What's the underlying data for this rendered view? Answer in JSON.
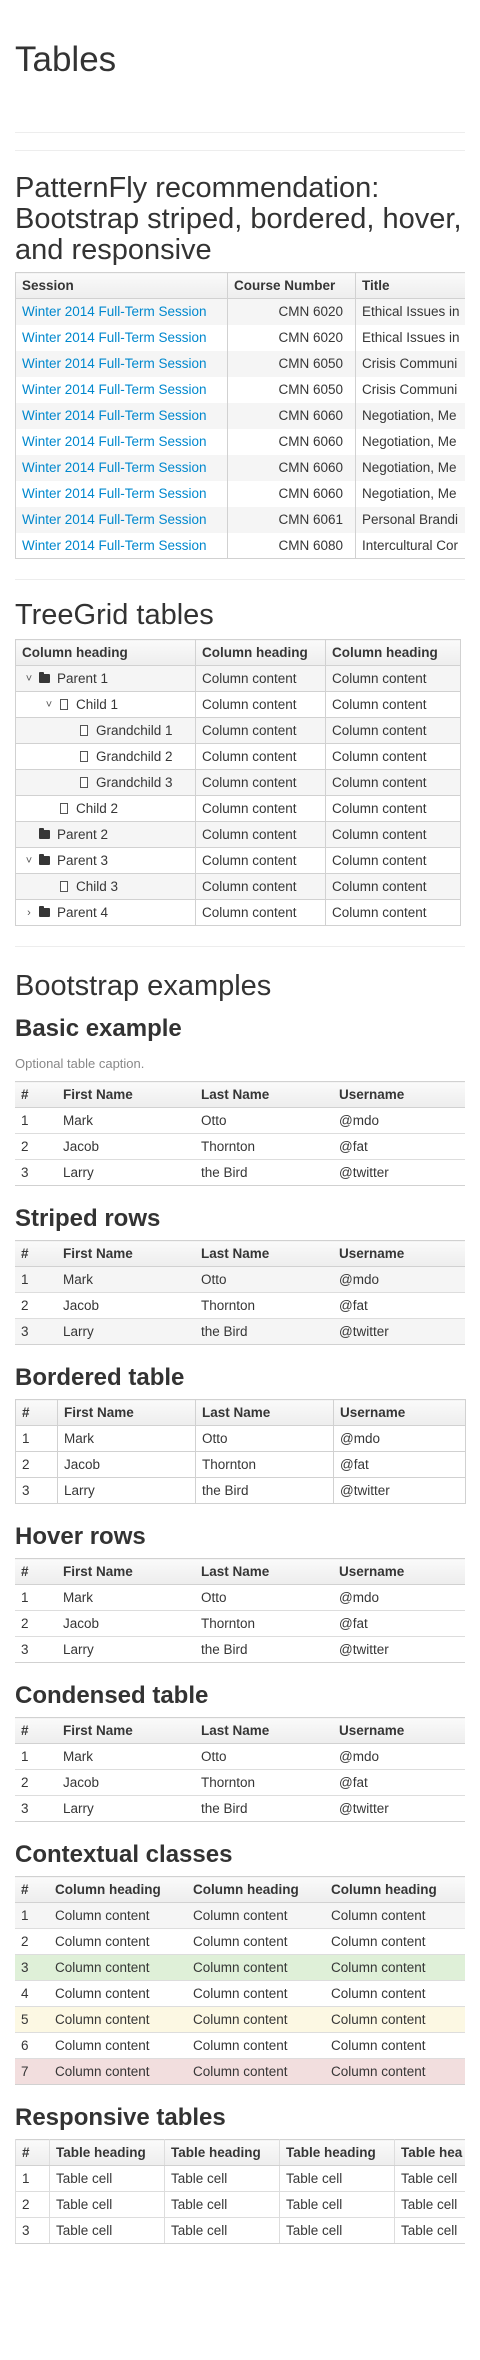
{
  "page_title": "Tables",
  "patternfly": {
    "heading": "PatternFly recommendation: Bootstrap striped, bordered, hover, and responsive",
    "columns": [
      "Session",
      "Course Number",
      "Title"
    ],
    "rows": [
      [
        "Winter 2014 Full-Term Session",
        "CMN 6020",
        "Ethical Issues in"
      ],
      [
        "Winter 2014 Full-Term Session",
        "CMN 6020",
        "Ethical Issues in"
      ],
      [
        "Winter 2014 Full-Term Session",
        "CMN 6050",
        "Crisis Communi"
      ],
      [
        "Winter 2014 Full-Term Session",
        "CMN 6050",
        "Crisis Communi"
      ],
      [
        "Winter 2014 Full-Term Session",
        "CMN 6060",
        "Negotiation, Me"
      ],
      [
        "Winter 2014 Full-Term Session",
        "CMN 6060",
        "Negotiation, Me"
      ],
      [
        "Winter 2014 Full-Term Session",
        "CMN 6060",
        "Negotiation, Me"
      ],
      [
        "Winter 2014 Full-Term Session",
        "CMN 6060",
        "Negotiation, Me"
      ],
      [
        "Winter 2014 Full-Term Session",
        "CMN 6061",
        "Personal Brandi"
      ],
      [
        "Winter 2014 Full-Term Session",
        "CMN 6080",
        "Intercultural Cor"
      ]
    ]
  },
  "treegrid": {
    "heading": "TreeGrid tables",
    "columns": [
      "Column heading",
      "Column heading",
      "Column heading"
    ],
    "rows": [
      {
        "label": "Parent 1",
        "level": 0,
        "kind": "folder",
        "toggle": "open",
        "c2": "Column content",
        "c3": "Column content"
      },
      {
        "label": "Child 1",
        "level": 1,
        "kind": "file",
        "toggle": "open",
        "c2": "Column content",
        "c3": "Column content"
      },
      {
        "label": "Grandchild 1",
        "level": 2,
        "kind": "file",
        "toggle": "none",
        "c2": "Column content",
        "c3": "Column content"
      },
      {
        "label": "Grandchild 2",
        "level": 2,
        "kind": "file",
        "toggle": "none",
        "c2": "Column content",
        "c3": "Column content"
      },
      {
        "label": "Grandchild 3",
        "level": 2,
        "kind": "file",
        "toggle": "none",
        "c2": "Column content",
        "c3": "Column content"
      },
      {
        "label": "Child 2",
        "level": 1,
        "kind": "file",
        "toggle": "none",
        "c2": "Column content",
        "c3": "Column content"
      },
      {
        "label": "Parent 2",
        "level": 0,
        "kind": "folder",
        "toggle": "none",
        "c2": "Column content",
        "c3": "Column content"
      },
      {
        "label": "Parent 3",
        "level": 0,
        "kind": "folder",
        "toggle": "open",
        "c2": "Column content",
        "c3": "Column content"
      },
      {
        "label": "Child 3",
        "level": 1,
        "kind": "file",
        "toggle": "none",
        "c2": "Column content",
        "c3": "Column content"
      },
      {
        "label": "Parent 4",
        "level": 0,
        "kind": "folder",
        "toggle": "closed",
        "c2": "Column content",
        "c3": "Column content"
      }
    ]
  },
  "bootstrap": {
    "heading": "Bootstrap examples",
    "people_columns": [
      "#",
      "First Name",
      "Last Name",
      "Username"
    ],
    "people_rows": [
      [
        "1",
        "Mark",
        "Otto",
        "@mdo"
      ],
      [
        "2",
        "Jacob",
        "Thornton",
        "@fat"
      ],
      [
        "3",
        "Larry",
        "the Bird",
        "@twitter"
      ]
    ],
    "basic": {
      "title": "Basic example",
      "caption": "Optional table caption."
    },
    "striped": {
      "title": "Striped rows"
    },
    "bordered": {
      "title": "Bordered table"
    },
    "hover": {
      "title": "Hover rows"
    },
    "condensed": {
      "title": "Condensed table"
    },
    "contextual": {
      "title": "Contextual classes",
      "columns": [
        "#",
        "Column heading",
        "Column heading",
        "Column heading"
      ],
      "rows": [
        {
          "n": "1",
          "cls": "active",
          "cells": [
            "Column content",
            "Column content",
            "Column content"
          ]
        },
        {
          "n": "2",
          "cls": "",
          "cells": [
            "Column content",
            "Column content",
            "Column content"
          ]
        },
        {
          "n": "3",
          "cls": "success",
          "cells": [
            "Column content",
            "Column content",
            "Column content"
          ]
        },
        {
          "n": "4",
          "cls": "",
          "cells": [
            "Column content",
            "Column content",
            "Column content"
          ]
        },
        {
          "n": "5",
          "cls": "warning",
          "cells": [
            "Column content",
            "Column content",
            "Column content"
          ]
        },
        {
          "n": "6",
          "cls": "",
          "cells": [
            "Column content",
            "Column content",
            "Column content"
          ]
        },
        {
          "n": "7",
          "cls": "danger",
          "cells": [
            "Column content",
            "Column content",
            "Column content"
          ]
        }
      ],
      "colors": {
        "success": "#dff0d8",
        "warning": "#fcf8e3",
        "danger": "#f2dede"
      }
    },
    "responsive": {
      "title": "Responsive tables",
      "columns": [
        "#",
        "Table heading",
        "Table heading",
        "Table heading",
        "Table hea"
      ],
      "rows": [
        [
          "1",
          "Table cell",
          "Table cell",
          "Table cell",
          "Table cell"
        ],
        [
          "2",
          "Table cell",
          "Table cell",
          "Table cell",
          "Table cell"
        ],
        [
          "3",
          "Table cell",
          "Table cell",
          "Table cell",
          "Table cell"
        ]
      ]
    }
  },
  "colors": {
    "link": "#0088ce",
    "border": "#d1d1d1"
  }
}
